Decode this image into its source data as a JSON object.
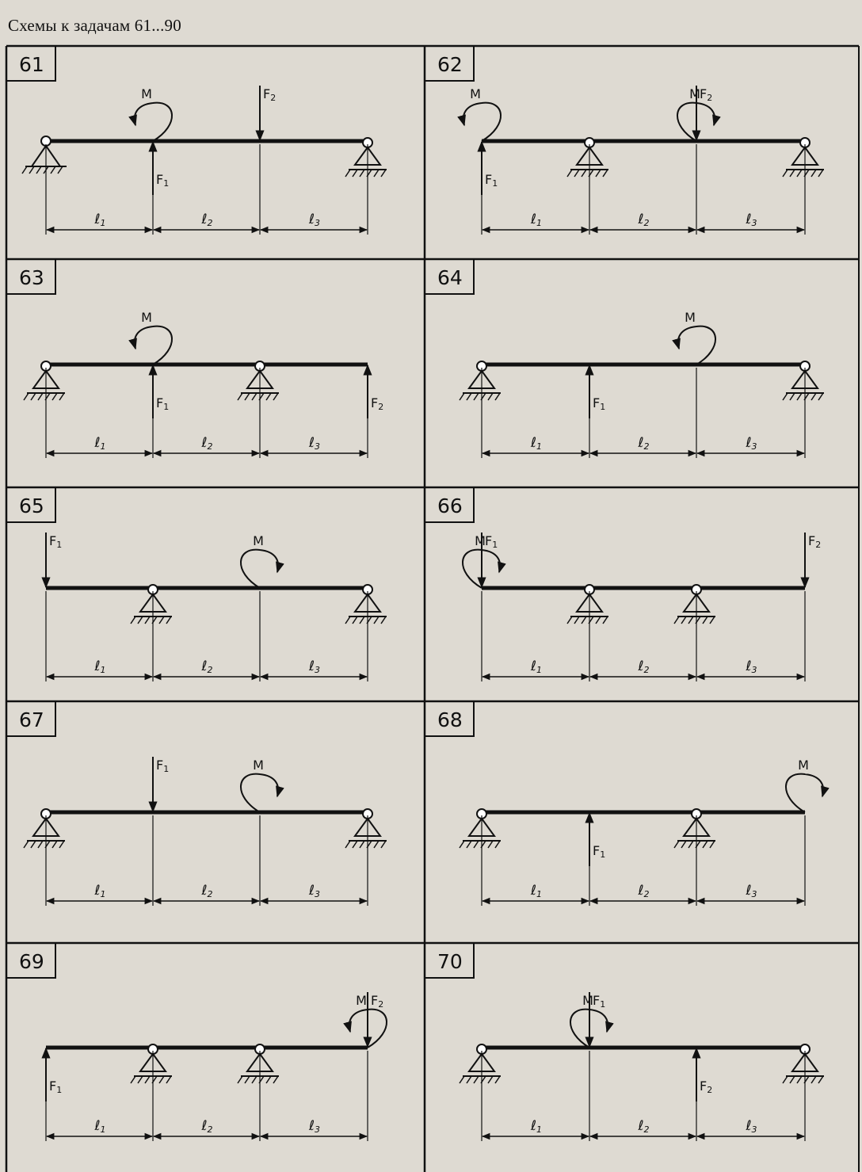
{
  "title": "Схемы к задачам 61...90",
  "problems": [
    {
      "number": "61",
      "beam": [
        0,
        3
      ],
      "supports": [
        {
          "kind": "pin",
          "at": 0
        },
        {
          "kind": "roller",
          "at": 3
        }
      ],
      "forces": [
        {
          "label": "F",
          "sub": "1",
          "at": 1,
          "dir": "up"
        },
        {
          "label": "F",
          "sub": "2",
          "at": 2,
          "dir": "down"
        }
      ],
      "moments": [
        {
          "label": "M",
          "at": 1,
          "turn": "ccw"
        }
      ],
      "spans": [
        {
          "label": "ℓ",
          "sub": "1"
        },
        {
          "label": "ℓ",
          "sub": "2"
        },
        {
          "label": "ℓ",
          "sub": "3"
        }
      ]
    },
    {
      "number": "62",
      "beam": [
        0,
        3
      ],
      "supports": [
        {
          "kind": "roller",
          "at": 1
        },
        {
          "kind": "roller",
          "at": 3
        }
      ],
      "forces": [
        {
          "label": "F",
          "sub": "1",
          "at": 0,
          "dir": "up"
        },
        {
          "label": "F",
          "sub": "2",
          "at": 2,
          "dir": "down"
        }
      ],
      "moments": [
        {
          "label": "M",
          "at": 0,
          "turn": "ccw"
        },
        {
          "label": "M",
          "at": 2,
          "turn": "cw"
        }
      ],
      "spans": [
        {
          "label": "ℓ",
          "sub": "1"
        },
        {
          "label": "ℓ",
          "sub": "2"
        },
        {
          "label": "ℓ",
          "sub": "3"
        }
      ]
    },
    {
      "number": "63",
      "beam": [
        0,
        3
      ],
      "supports": [
        {
          "kind": "roller",
          "at": 0
        },
        {
          "kind": "roller",
          "at": 2
        }
      ],
      "forces": [
        {
          "label": "F",
          "sub": "1",
          "at": 1,
          "dir": "up"
        },
        {
          "label": "F",
          "sub": "2",
          "at": 3,
          "dir": "up"
        }
      ],
      "moments": [
        {
          "label": "M",
          "at": 1,
          "turn": "ccw"
        }
      ],
      "spans": [
        {
          "label": "ℓ",
          "sub": "1"
        },
        {
          "label": "ℓ",
          "sub": "2"
        },
        {
          "label": "ℓ",
          "sub": "3"
        }
      ]
    },
    {
      "number": "64",
      "beam": [
        0,
        3
      ],
      "supports": [
        {
          "kind": "roller",
          "at": 0
        },
        {
          "kind": "roller",
          "at": 3
        }
      ],
      "forces": [
        {
          "label": "F",
          "sub": "1",
          "at": 1,
          "dir": "up"
        }
      ],
      "moments": [
        {
          "label": "M",
          "at": 2,
          "turn": "ccw"
        }
      ],
      "spans": [
        {
          "label": "ℓ",
          "sub": "1"
        },
        {
          "label": "ℓ",
          "sub": "2"
        },
        {
          "label": "ℓ",
          "sub": "3"
        }
      ]
    },
    {
      "number": "65",
      "beam": [
        0,
        3
      ],
      "supports": [
        {
          "kind": "roller",
          "at": 1
        },
        {
          "kind": "roller",
          "at": 3
        }
      ],
      "forces": [
        {
          "label": "F",
          "sub": "1",
          "at": 0,
          "dir": "down"
        }
      ],
      "moments": [
        {
          "label": "M",
          "at": 2,
          "turn": "cw"
        }
      ],
      "spans": [
        {
          "label": "ℓ",
          "sub": "1"
        },
        {
          "label": "ℓ",
          "sub": "2"
        },
        {
          "label": "ℓ",
          "sub": "3"
        }
      ]
    },
    {
      "number": "66",
      "beam": [
        0,
        3
      ],
      "supports": [
        {
          "kind": "roller",
          "at": 1
        },
        {
          "kind": "roller",
          "at": 2
        }
      ],
      "forces": [
        {
          "label": "F",
          "sub": "1",
          "at": 0,
          "dir": "down"
        },
        {
          "label": "F",
          "sub": "2",
          "at": 3,
          "dir": "down"
        }
      ],
      "moments": [
        {
          "label": "M",
          "at": 0,
          "turn": "cw"
        }
      ],
      "spans": [
        {
          "label": "ℓ",
          "sub": "1"
        },
        {
          "label": "ℓ",
          "sub": "2"
        },
        {
          "label": "ℓ",
          "sub": "3"
        }
      ]
    },
    {
      "number": "67",
      "beam": [
        0,
        3
      ],
      "supports": [
        {
          "kind": "roller",
          "at": 0
        },
        {
          "kind": "roller",
          "at": 3
        }
      ],
      "forces": [
        {
          "label": "F",
          "sub": "1",
          "at": 1,
          "dir": "down"
        }
      ],
      "moments": [
        {
          "label": "M",
          "at": 2,
          "turn": "cw"
        }
      ],
      "spans": [
        {
          "label": "ℓ",
          "sub": "1"
        },
        {
          "label": "ℓ",
          "sub": "2"
        },
        {
          "label": "ℓ",
          "sub": "3"
        }
      ]
    },
    {
      "number": "68",
      "beam": [
        0,
        3
      ],
      "supports": [
        {
          "kind": "roller",
          "at": 0
        },
        {
          "kind": "roller",
          "at": 2
        }
      ],
      "forces": [
        {
          "label": "F",
          "sub": "1",
          "at": 1,
          "dir": "up"
        }
      ],
      "moments": [
        {
          "label": "M",
          "at": 3,
          "turn": "cw"
        }
      ],
      "spans": [
        {
          "label": "ℓ",
          "sub": "1"
        },
        {
          "label": "ℓ",
          "sub": "2"
        },
        {
          "label": "ℓ",
          "sub": "3"
        }
      ]
    },
    {
      "number": "69",
      "beam": [
        0,
        3
      ],
      "supports": [
        {
          "kind": "roller",
          "at": 1
        },
        {
          "kind": "roller",
          "at": 2
        }
      ],
      "forces": [
        {
          "label": "F",
          "sub": "1",
          "at": 0,
          "dir": "up"
        },
        {
          "label": "F",
          "sub": "2",
          "at": 3,
          "dir": "down"
        }
      ],
      "moments": [
        {
          "label": "M",
          "at": 3,
          "turn": "ccw"
        }
      ],
      "spans": [
        {
          "label": "ℓ",
          "sub": "1"
        },
        {
          "label": "ℓ",
          "sub": "2"
        },
        {
          "label": "ℓ",
          "sub": "3"
        }
      ]
    },
    {
      "number": "70",
      "beam": [
        0,
        3
      ],
      "supports": [
        {
          "kind": "roller",
          "at": 0
        },
        {
          "kind": "roller",
          "at": 3
        }
      ],
      "forces": [
        {
          "label": "F",
          "sub": "1",
          "at": 1,
          "dir": "down"
        },
        {
          "label": "F",
          "sub": "2",
          "at": 2,
          "dir": "up"
        }
      ],
      "moments": [
        {
          "label": "M",
          "at": 1,
          "turn": "cw"
        }
      ],
      "spans": [
        {
          "label": "ℓ",
          "sub": "1"
        },
        {
          "label": "ℓ",
          "sub": "2"
        },
        {
          "label": "ℓ",
          "sub": "3"
        }
      ]
    }
  ]
}
